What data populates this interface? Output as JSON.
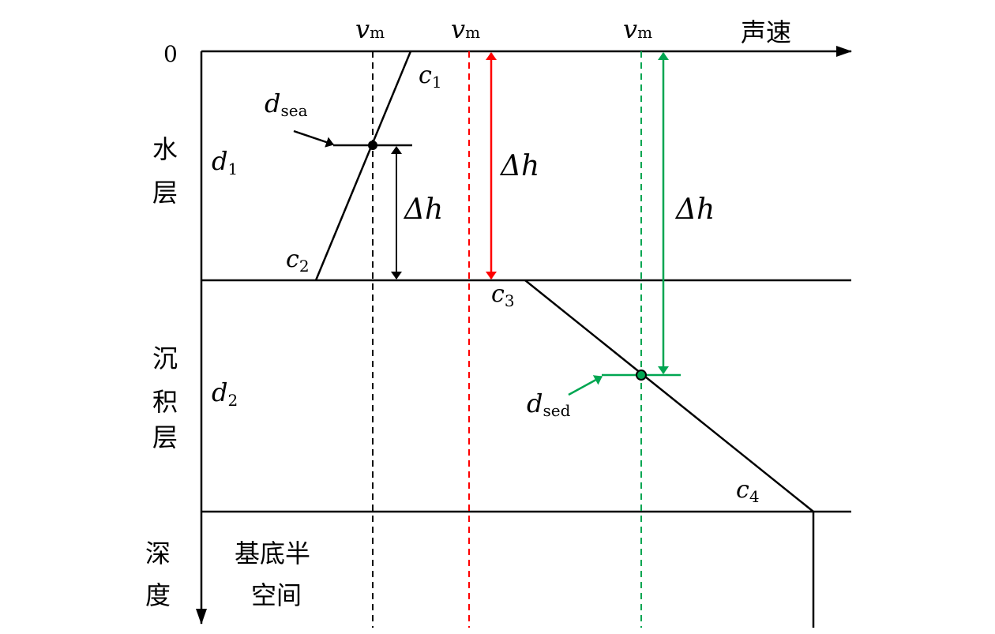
{
  "colors": {
    "black": "#000000",
    "red": "#ff0000",
    "green": "#00a651"
  },
  "labels": {
    "origin": "0",
    "x_axis": "声速",
    "y_axis": [
      "深",
      "度"
    ],
    "vm": "v",
    "vm_sub": "m",
    "c1": "c",
    "c1_sub": "1",
    "c2": "c",
    "c2_sub": "2",
    "c3": "c",
    "c3_sub": "3",
    "c4": "c",
    "c4_sub": "4",
    "d1": "d",
    "d1_sub": "1",
    "d2": "d",
    "d2_sub": "2",
    "dsea": "d",
    "dsea_sub": "sea",
    "dsed": "d",
    "dsed_sub": "sed",
    "delta_h": "Δh",
    "water_layer": [
      "水",
      "层"
    ],
    "sediment_layer": [
      "沉",
      "积",
      "层"
    ],
    "basement": [
      "基底半",
      "空间"
    ]
  }
}
